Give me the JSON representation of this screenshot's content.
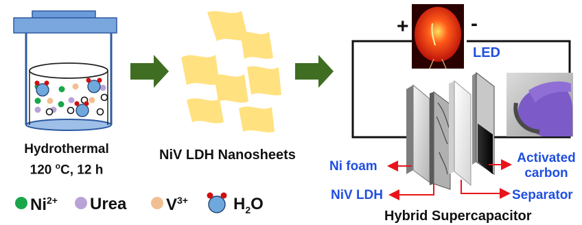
{
  "step1": {
    "label_line1": "Hydrothermal",
    "label_line2_pre": "120 ",
    "label_line2_sup": "o",
    "label_line2_post": "C, 12 h"
  },
  "step2": {
    "label": "NiV LDH Nanosheets"
  },
  "device": {
    "title": "Hybrid Supercapacitor",
    "plus": "+",
    "minus": "-",
    "led_label": "LED",
    "labels": {
      "ni_foam": "Ni foam",
      "niv_ldh": "NiV LDH",
      "activated_carbon_1": "Activated",
      "activated_carbon_2": "carbon",
      "separator": "Separator"
    }
  },
  "legend": {
    "ni_base": "Ni",
    "ni_sup": "2+",
    "urea": "Urea",
    "v_base": "V",
    "v_sup": "3+",
    "h2o_base": "H",
    "h2o_sub": "2",
    "h2o_end": "O"
  },
  "colors": {
    "ni": "#1aa64a",
    "urea": "#b9a3d6",
    "v": "#f2bf93",
    "water_body": "#6fa8dc",
    "water_h": "#d01010",
    "arrow": "#3f6e23",
    "nanosheet": "#ffe07a",
    "vessel": "#5b8fd0",
    "label_blue": "#1f4fe0",
    "pointer": "#e8141a"
  },
  "icons": {
    "vessel": "hydrothermal-autoclave-icon",
    "arrow": "process-arrow-icon",
    "led": "led-light-icon",
    "hand": "flexible-device-photo-icon"
  }
}
